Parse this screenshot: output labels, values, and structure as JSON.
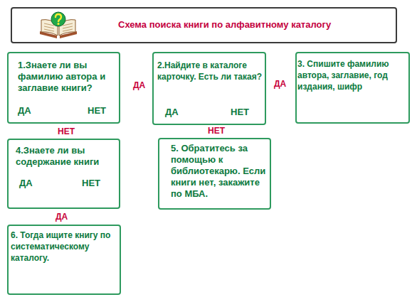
{
  "diagram": {
    "title": "Схема поиска книги по алфавитному каталогу",
    "nodes": [
      {
        "text": [
          "1.Знаете ли вы фамилию автора и заглавие книги?",
          "ДА",
          "НЕТ"
        ]
      },
      {
        "text": [
          "2.Найдите в каталоге карточку. Есть ли такая?",
          "ДА",
          "НЕТ"
        ]
      },
      {
        "text": [
          "3. Спишите фамилию автора, заглавие, год издания, шифр"
        ]
      },
      {
        "text": [
          "4.Знаете ли вы содержание книги",
          "ДА",
          "НЕТ"
        ]
      },
      {
        "text": [
          "5. Обратитесь за помощью к библиотекарю. Если книги нет, закажите по МБА."
        ]
      },
      {
        "text": [
          "6. Тогда ищите книгу по систематическому каталогу."
        ]
      }
    ],
    "labels": [
      "ДА",
      "ДА",
      "НЕТ",
      "НЕТ",
      "ДА"
    ]
  }
}
